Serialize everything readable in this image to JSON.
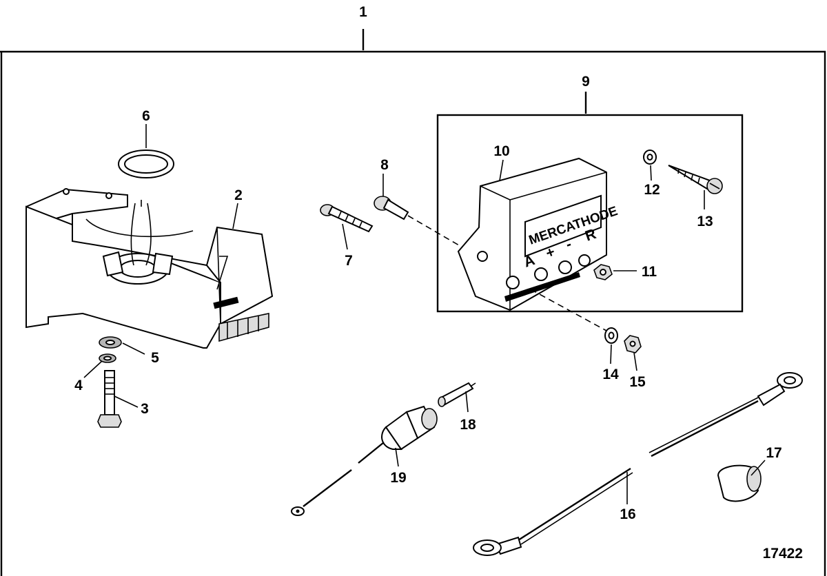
{
  "callouts": {
    "c1": "1",
    "c2": "2",
    "c3": "3",
    "c4": "4",
    "c5": "5",
    "c6": "6",
    "c7": "7",
    "c8": "8",
    "c9": "9",
    "c10": "10",
    "c11": "11",
    "c12": "12",
    "c13": "13",
    "c14": "14",
    "c15": "15",
    "c16": "16",
    "c17": "17",
    "c18": "18",
    "c19": "19"
  },
  "controller_label": "MERCATHODE",
  "terminals": {
    "a": "A",
    "plus": "+",
    "minus": "-",
    "r": "R"
  },
  "figure_number": "17422"
}
